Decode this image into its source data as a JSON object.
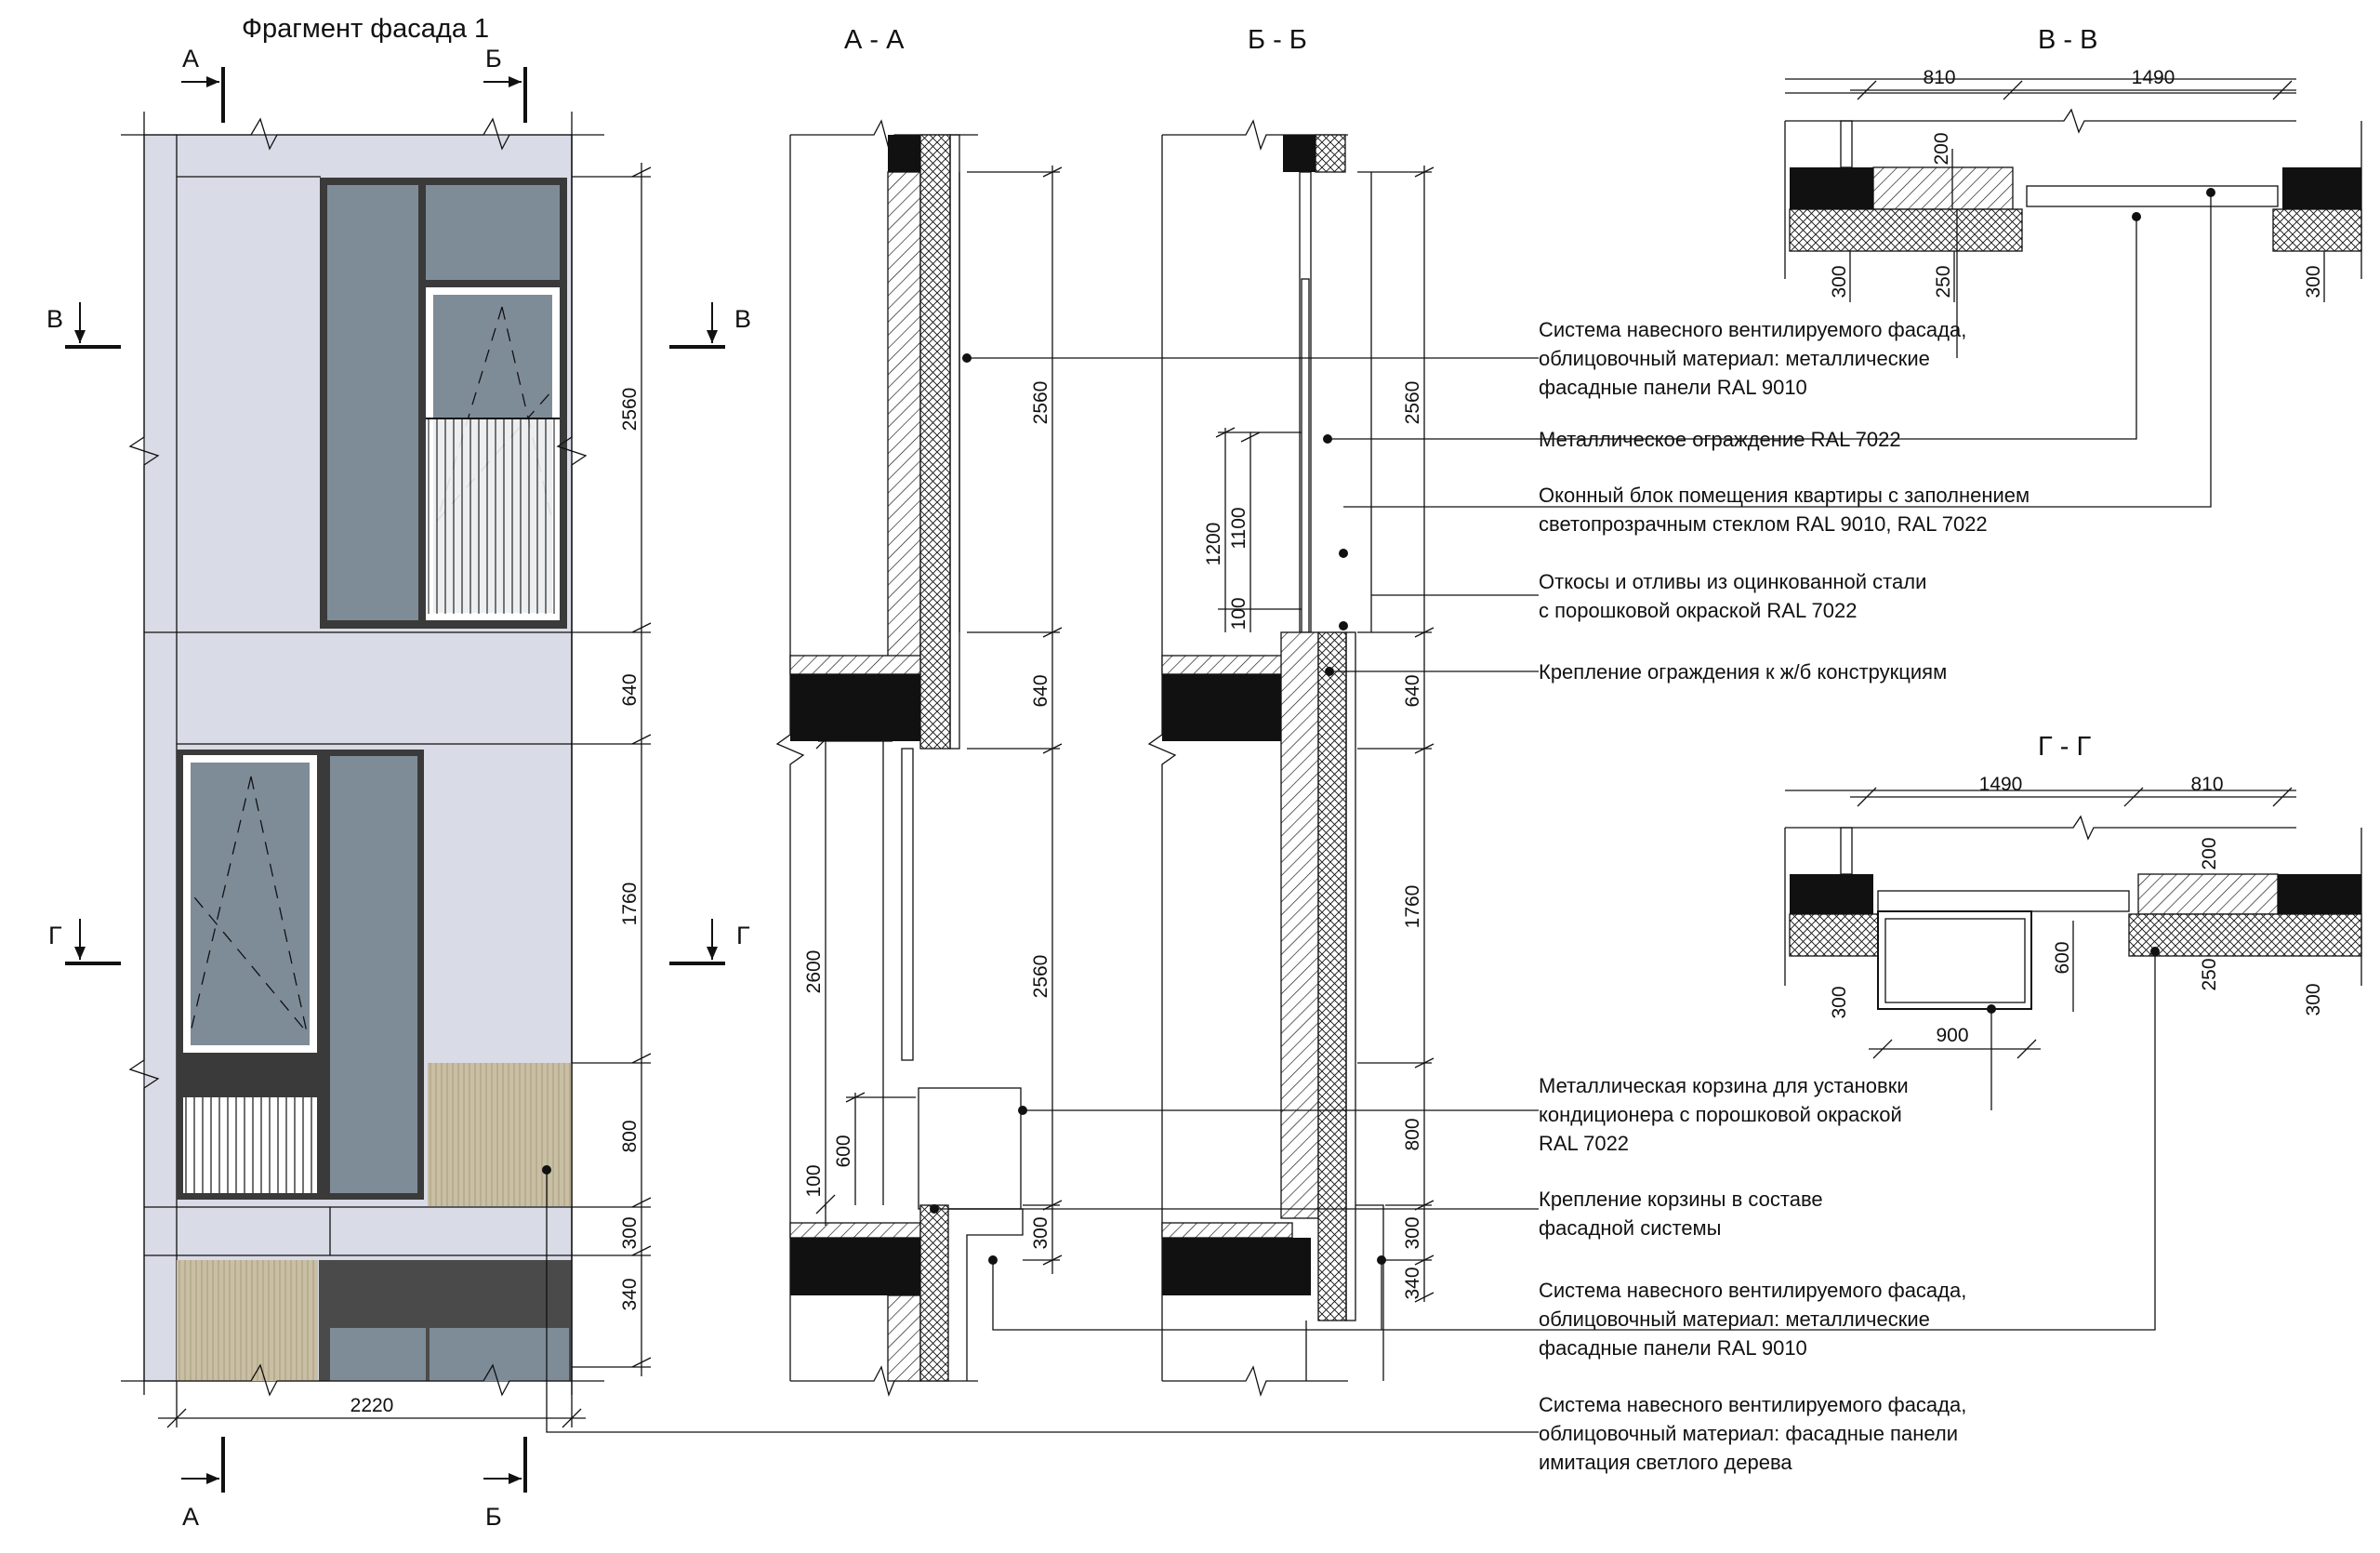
{
  "titles": {
    "facade": "Фрагмент фасада 1",
    "section_aa": "А - А",
    "section_bb": "Б - Б",
    "section_vv": "В - В",
    "section_gg": "Г - Г"
  },
  "section_marks": {
    "a": "А",
    "b": "Б",
    "v": "В",
    "g": "Г"
  },
  "dimensions": {
    "d2560": "2560",
    "d640": "640",
    "d1760": "1760",
    "d800": "800",
    "d300": "300",
    "d340": "340",
    "d2220": "2220",
    "d2600": "2600",
    "d600": "600",
    "d100": "100",
    "d1200": "1200",
    "d1100": "1100",
    "d810": "810",
    "d1490": "1490",
    "d200": "200",
    "d250": "250",
    "d900": "900"
  },
  "callouts": [
    {
      "line1": "Система навесного вентилируемого фасада,",
      "line2": "облицовочный материал: металлические",
      "line3": "фасадные панели RAL 9010"
    },
    {
      "line1": "Металлическое ограждение RAL 7022",
      "line2": "",
      "line3": ""
    },
    {
      "line1": "Оконный блок помещения квартиры с заполнением",
      "line2": "светопрозрачным стеклом RAL 9010, RAL 7022",
      "line3": ""
    },
    {
      "line1": "Откосы и отливы из оцинкованной стали",
      "line2": "с порошковой окраской RAL 7022",
      "line3": ""
    },
    {
      "line1": "Крепление ограждения к ж/б конструкциям",
      "line2": "",
      "line3": ""
    },
    {
      "line1": "Металлическая корзина для установки",
      "line2": "кондиционера с порошковой окраской",
      "line3": "RAL 7022"
    },
    {
      "line1": "Крепление корзины в составе",
      "line2": "фасадной системы",
      "line3": ""
    },
    {
      "line1": "Система навесного вентилируемого фасада,",
      "line2": "облицовочный материал: металлические",
      "line3": "фасадные панели RAL 9010"
    },
    {
      "line1": "Система навесного вентилируемого фасада,",
      "line2": "облицовочный материал: фасадные панели",
      "line3": "имитация светлого дерева"
    }
  ],
  "colors": {
    "wall_panel": "#d9dbe6",
    "glass": "#7e8c98",
    "frame": "#3a3a3a",
    "wood": "#c9bfa4",
    "concrete": "#111111"
  }
}
